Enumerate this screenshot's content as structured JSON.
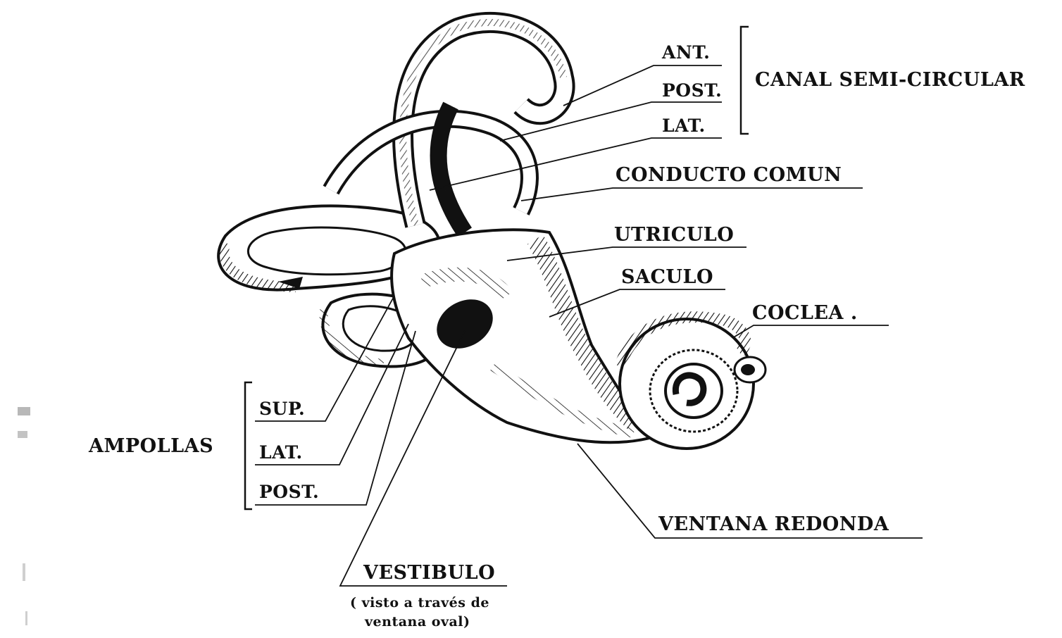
{
  "labels": {
    "canal_group": "CANAL SEMI-CIRCULAR",
    "ant": "ANT.",
    "post_canal": "POST.",
    "lat_canal": "LAT.",
    "conducto": "CONDUCTO COMUN",
    "utriculo": "UTRICULO",
    "saculo": "SACULO",
    "coclea": "COCLEA .",
    "ampollas_group": "AMPOLLAS",
    "sup": "SUP.",
    "lat_amp": "LAT.",
    "post_amp": "POST.",
    "ventana": "VENTANA REDONDA",
    "vestibulo": "VESTIBULO",
    "vestibulo_note_1": "( visto a través de",
    "vestibulo_note_2": "ventana oval)"
  },
  "colors": {
    "ink": "#111111",
    "paper": "#ffffff"
  }
}
